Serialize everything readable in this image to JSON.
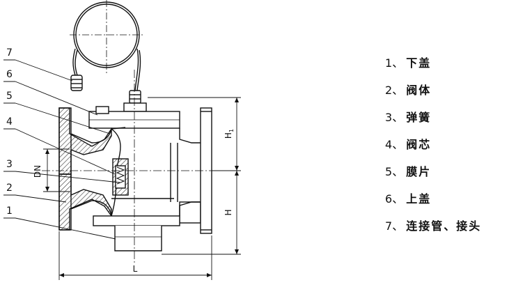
{
  "callout_numbers": [
    "7",
    "6",
    "5",
    "4",
    "3",
    "2",
    "1"
  ],
  "dimensions": {
    "dn": "DN",
    "h1_main": "H",
    "h1_sub": "1",
    "h": "H",
    "l": "L"
  },
  "legend": {
    "items": [
      {
        "num": "1",
        "sep": "、",
        "name": "下盖"
      },
      {
        "num": "2",
        "sep": "、",
        "name": "阀体"
      },
      {
        "num": "3",
        "sep": "、",
        "name": "弹簧"
      },
      {
        "num": "4",
        "sep": "、",
        "name": "阀芯"
      },
      {
        "num": "5",
        "sep": "、",
        "name": "膜片"
      },
      {
        "num": "6",
        "sep": "、",
        "name": "上盖"
      },
      {
        "num": "7",
        "sep": "、",
        "name": "连接管、接头"
      }
    ]
  },
  "colors": {
    "line": "#111111",
    "hatch": "#333333",
    "background": "#ffffff"
  }
}
